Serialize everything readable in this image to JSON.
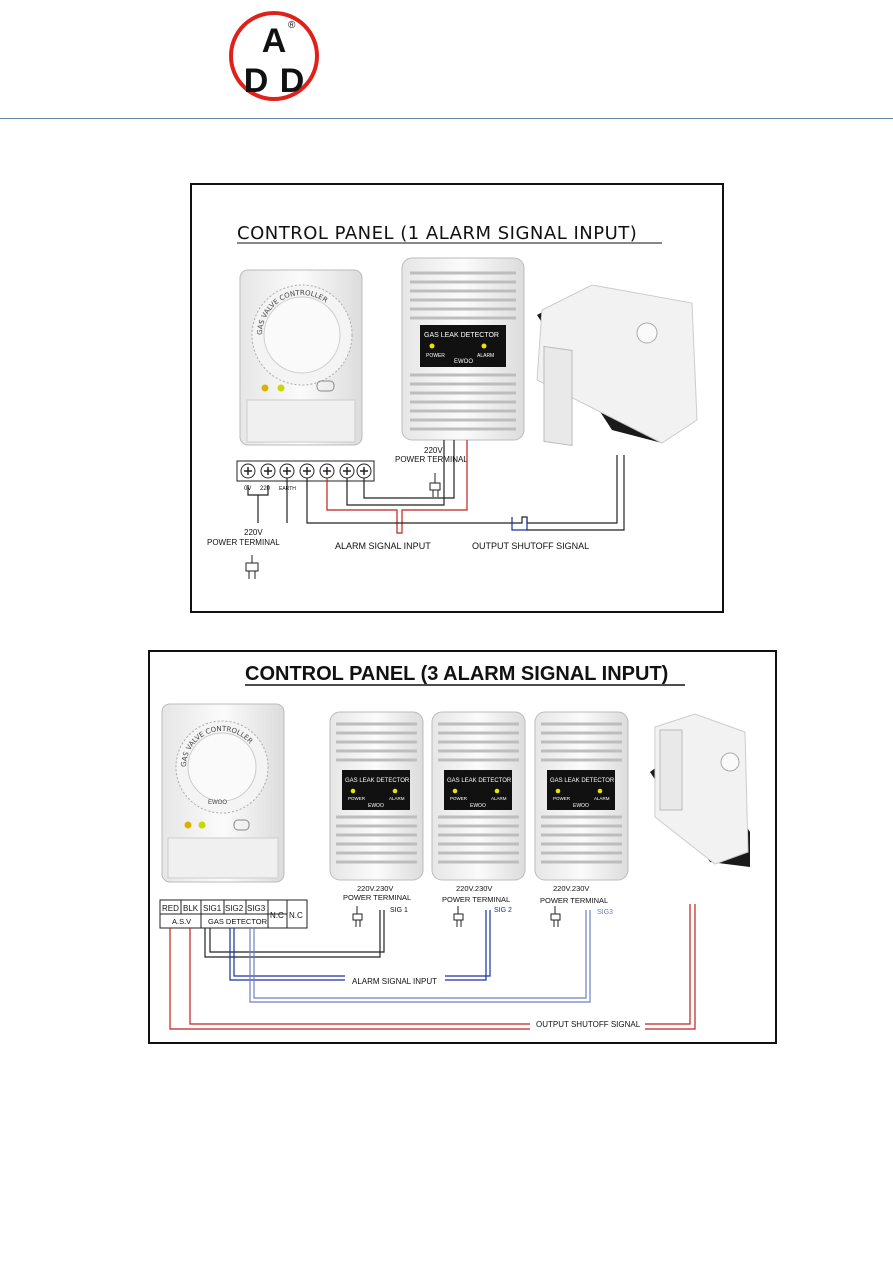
{
  "logo": {
    "letters": [
      "A",
      "D",
      "D"
    ],
    "registered": "®",
    "ring_color": "#e0201b"
  },
  "diagram1": {
    "title": "CONTROL PANEL (1 ALARM SIGNAL INPUT)",
    "detector_label": "GAS LEAK DETECTOR",
    "detector_leds": [
      "POWER",
      "ALARM"
    ],
    "detector_brand": "EWOO",
    "controller_ring_text": "GAS VALVE CONTROLLER",
    "detector_power_voltage": "220V",
    "detector_power_label": "POWER TERMINAL",
    "terminal_labels": [
      "0V",
      "220",
      "EARTH"
    ],
    "panel_power_voltage": "220V",
    "panel_power_label": "POWER TERMINAL",
    "alarm_signal_label": "ALARM SIGNAL INPUT",
    "shutoff_signal_label": "OUTPUT SHUTOFF SIGNAL"
  },
  "diagram2": {
    "title": "CONTROL PANEL (3 ALARM SIGNAL INPUT)",
    "controller_ring_text": "GAS VALVE CONTROLLER",
    "controller_brand": "EWOO",
    "detectors": [
      {
        "label": "GAS LEAK DETECTOR",
        "leds": [
          "POWER",
          "ALARM"
        ],
        "brand": "EWOO",
        "power_voltage": "220V.230V",
        "power_label": "POWER TERMINAL",
        "sig": "SIG 1"
      },
      {
        "label": "GAS LEAK DETECTOR",
        "leds": [
          "POWER",
          "ALARM"
        ],
        "brand": "EWOO",
        "power_voltage": "220V.230V",
        "power_label": "POWER TERMINAL",
        "sig": "SIG 2"
      },
      {
        "label": "GAS LEAK DETECTOR",
        "leds": [
          "POWER",
          "ALARM"
        ],
        "brand": "EWOO",
        "power_voltage": "220V.230V",
        "power_label": "POWER TERMINAL",
        "sig": "SIG3"
      }
    ],
    "terminal_headers": [
      "RED",
      "BLK",
      "SIG1",
      "SIG2",
      "SIG3",
      "N.C",
      "N.C"
    ],
    "terminal_groups": [
      "A.S.V",
      "GAS DETECTOR"
    ],
    "alarm_signal_label": "ALARM SIGNAL INPUT",
    "shutoff_signal_label": "OUTPUT SHUTOFF SIGNAL"
  }
}
